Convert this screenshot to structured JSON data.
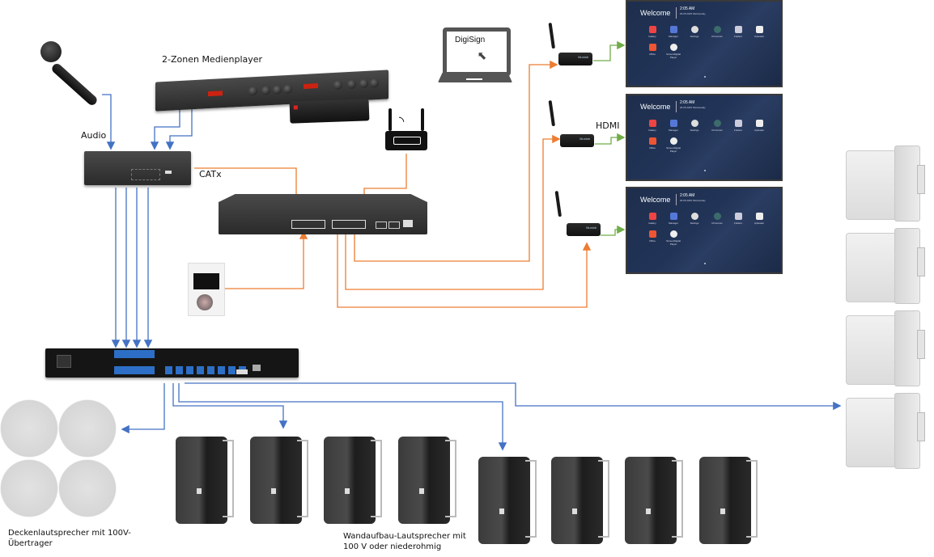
{
  "title": "Audio- und Digital-Signage-Anlagenschema",
  "labels": {
    "media_player": "2-Zonen Medienplayer",
    "audio": "Audio",
    "catx": "CATx",
    "digisign": "DigiSign",
    "hdmi": "HDMI",
    "ceiling_speakers": "Deckenlautsprecher mit 100V-\nÜbertrager",
    "ceiling_speakers_line1": "Deckenlautsprecher mit 100V-",
    "ceiling_speakers_line2": "Übertrager",
    "wall_speakers_line1": "Wandaufbau-Lautsprecher mit",
    "wall_speakers_line2": "100 V oder niederohmig"
  },
  "devices": {
    "microphone": "microphone",
    "media_player": "2-zone media player",
    "remote": "remote control",
    "audio_matrix": "audio matrix/preamp",
    "router": "wifi router",
    "switch": "ethernet switch",
    "wall_panel": "wall control panel",
    "amplifier": "multi-channel amplifier",
    "laptop": "laptop",
    "media_boxes": 3,
    "displays": 3,
    "ceiling_speaker_count": 4,
    "black_wall_speaker_count": 8,
    "white_wall_speaker_count": 4
  },
  "screen": {
    "welcome": "Welcome",
    "time": "2:05 AM",
    "date": "06.05.2025 Wednesday",
    "apps": [
      "Gallery",
      "Manager",
      "Settings",
      "Chromium",
      "Folders",
      "Uploader",
      "Office",
      "ScreenDigital Player"
    ]
  },
  "media_box_brand": "Muxlab",
  "colors": {
    "audio_line": "#4472c4",
    "network_line": "#ed7d31",
    "hdmi_line": "#70ad47",
    "display_bg": "#1f2f50",
    "device_dark": "#2b2b2b"
  }
}
